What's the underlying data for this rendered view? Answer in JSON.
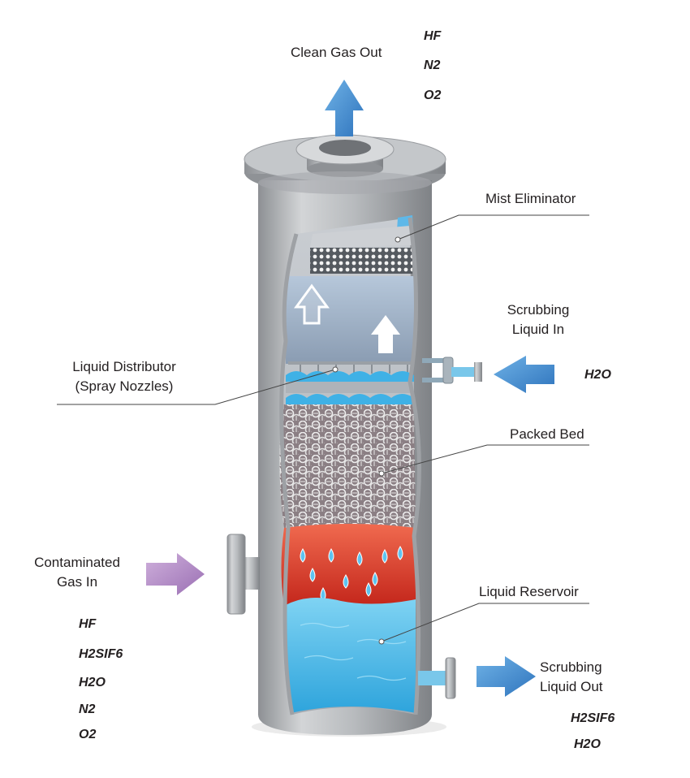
{
  "labels": {
    "clean_gas_out": "Clean Gas Out",
    "mist_eliminator": "Mist Eliminator",
    "scrubbing_liquid_in": [
      "Scrubbing",
      "Liquid In"
    ],
    "liquid_distributor": [
      "Liquid Distributor",
      "(Spray Nozzles)"
    ],
    "packed_bed": "Packed Bed",
    "contaminated_gas_in": [
      "Contaminated",
      "Gas In"
    ],
    "liquid_reservoir": "Liquid Reservoir",
    "scrubbing_liquid_out": [
      "Scrubbing",
      "Liquid Out"
    ]
  },
  "streams": {
    "clean_gas_out": [
      "HF",
      "N2",
      "O2"
    ],
    "scrubbing_liquid_in": [
      "H2O"
    ],
    "contaminated_gas_in": [
      "HF",
      "H2SIF6",
      "H2O",
      "N2",
      "O2"
    ],
    "scrubbing_liquid_out": [
      "H2SIF6",
      "H2O"
    ]
  },
  "colors": {
    "gas_arrow": "#4a8fd0",
    "inlet_arrow": "#b58cc7",
    "liquid": "#4fb7e6",
    "hot_zone": "#d9402e",
    "steel": "#a7aaad"
  }
}
